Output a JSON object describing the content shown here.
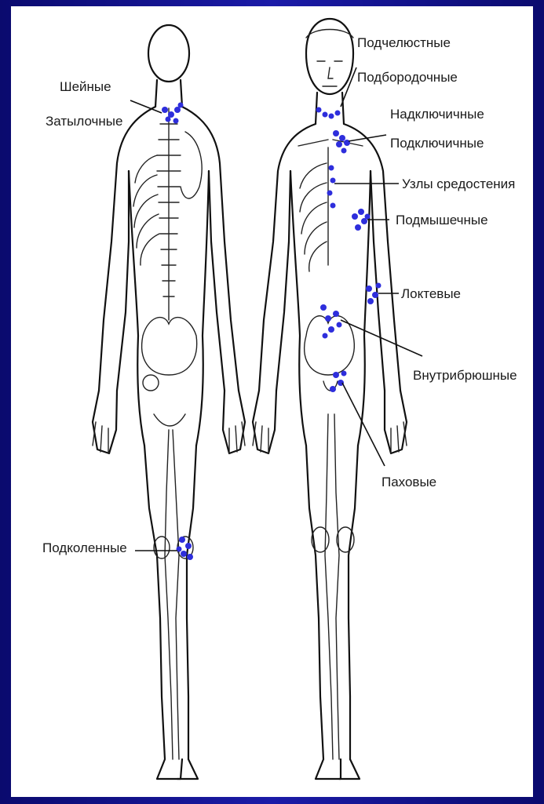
{
  "labels": {
    "cervical": "Шейные",
    "occipital": "Затылочные",
    "popliteal": "Подколенные",
    "submandibular": "Подчелюстные",
    "submental": "Подбородочные",
    "supraclavicular": "Надключичные",
    "subclavian": "Подключичные",
    "mediastinal": "Узлы средостения",
    "axillary": "Подмышечные",
    "elbow": "Локтевые",
    "intra_abdominal": "Внутрибрюшные",
    "inguinal": "Паховые"
  },
  "colors": {
    "background": "#1b1ba8",
    "panel": "#ffffff",
    "node": "#2e2edc",
    "line": "#111111"
  }
}
